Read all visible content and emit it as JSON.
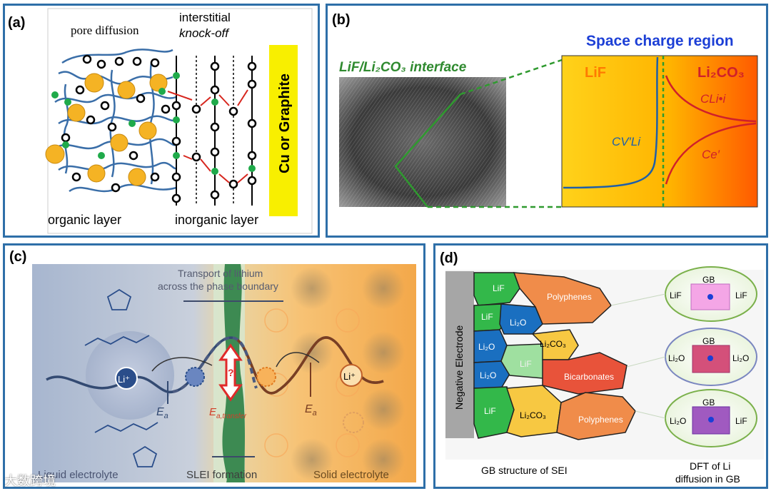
{
  "panel_a": {
    "label": "(a)",
    "pore_diffusion": "pore diffusion",
    "interstitial": "interstitial",
    "knock_off": "knock-off",
    "cu_graphite": "Cu or Graphite",
    "organic_layer": "organic layer",
    "inorganic_layer": "inorganic layer"
  },
  "panel_b": {
    "label": "(b)",
    "space_charge": "Space charge region",
    "interface_title": "LiF/Li₂CO₃ interface",
    "lif": "LiF",
    "li2co3": "Li₂CO₃",
    "c_v_li": "CV′Li",
    "c_li_i": "CLi•i",
    "c_e": "Ce′"
  },
  "panel_c": {
    "label": "(c)",
    "transport_line1": "Transport of lithium",
    "transport_line2": "across the phase boundary",
    "li_plus_left": "Li⁺",
    "li_plus_right": "Li⁺",
    "ea_left": "E",
    "ea_left_sub": "a",
    "ea_transfer": "E",
    "ea_transfer_sub": "a,transfer",
    "ea_right": "E",
    "ea_right_sub": "a",
    "question": "?",
    "liquid_electrolyte": "Liquid electrolyte",
    "slei_formation": "SLEI formation",
    "solid_electrolyte": "Solid electrolyte"
  },
  "panel_d": {
    "label": "(d)",
    "negative_electrode": "Negative Electrode",
    "regions": [
      "LiF",
      "LiF",
      "Li₂O",
      "Li₂O",
      "Li₂O",
      "LiF",
      "LiF",
      "Li₂CO₃",
      "Li₂CO₃",
      "Polyphenes",
      "Bicarbonates",
      "Polyphenes"
    ],
    "gb": "GB",
    "dft_items": [
      {
        "left": "LiF",
        "right": "LiF"
      },
      {
        "left": "Li₂O",
        "right": "Li₂O"
      },
      {
        "left": "Li₂O",
        "right": "LiF"
      }
    ],
    "caption_left": "GB structure of SEI",
    "caption_right_line1": "DFT of Li",
    "caption_right_line2": "diffusion in GB"
  },
  "watermark": "大数跨境",
  "colors": {
    "frame_blue": "#2e6fa8",
    "lif_green": "#33b84a",
    "li2o_blue": "#1a6fc0",
    "li2co3_yellow": "#f7c842",
    "polyphenes_orange": "#f08c4a",
    "bicarbonates_red": "#e8533a",
    "graphite_yellow": "#f8ef00"
  }
}
